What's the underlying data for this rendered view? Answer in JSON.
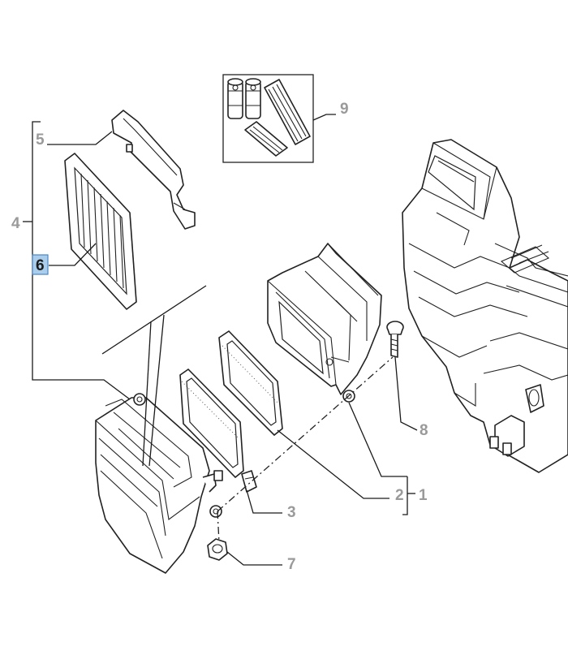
{
  "diagram": {
    "callouts": [
      {
        "id": "c1",
        "text": "1"
      },
      {
        "id": "c2",
        "text": "2"
      },
      {
        "id": "c3",
        "text": "3"
      },
      {
        "id": "c4",
        "text": "4"
      },
      {
        "id": "c5",
        "text": "5"
      },
      {
        "id": "c6",
        "text": "6",
        "highlighted": true
      },
      {
        "id": "c7",
        "text": "7"
      },
      {
        "id": "c8",
        "text": "8"
      },
      {
        "id": "c9",
        "text": "9"
      }
    ],
    "colors": {
      "callout_text": "#9a9a9a",
      "highlight_fill": "#a9cdea",
      "highlight_border": "#4a86c5",
      "line": "#222222"
    }
  }
}
